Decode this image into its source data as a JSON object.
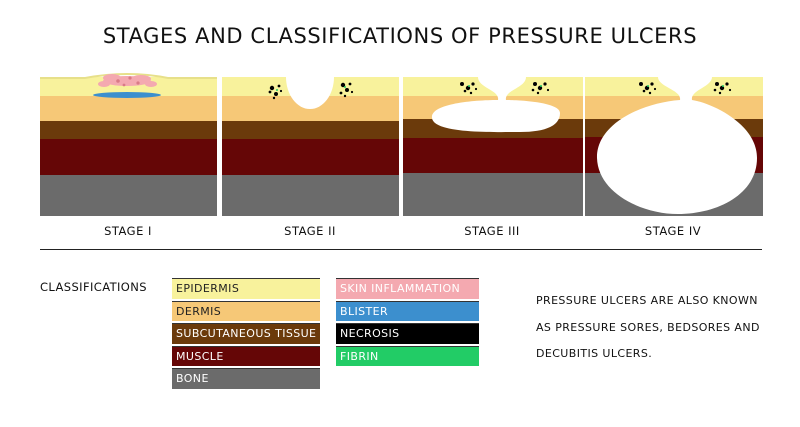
{
  "title": "STAGES AND CLASSIFICATIONS OF PRESSURE ULCERS",
  "stages": [
    {
      "label": "STAGE I"
    },
    {
      "label": "STAGE II"
    },
    {
      "label": "STAGE III"
    },
    {
      "label": "STAGE IV"
    }
  ],
  "classifications_title": "CLASSIFICATIONS",
  "legend": {
    "tissues": [
      {
        "label": "EPIDERMIS",
        "color": "#f8f29c",
        "text_color": "#222222"
      },
      {
        "label": "DERMIS",
        "color": "#f6c877",
        "text_color": "#222222"
      },
      {
        "label": "SUBCUTANEOUS TISSUE",
        "color": "#6b3a0b",
        "text_color": "#ffffff"
      },
      {
        "label": "MUSCLE",
        "color": "#650606",
        "text_color": "#ffffff"
      },
      {
        "label": "BONE",
        "color": "#6b6b6b",
        "text_color": "#ffffff"
      }
    ],
    "conditions": [
      {
        "label": "SKIN INFLAMMATION",
        "color": "#f4a9b0",
        "text_color": "#ffffff"
      },
      {
        "label": "BLISTER",
        "color": "#3c8fce",
        "text_color": "#ffffff"
      },
      {
        "label": "NECROSIS",
        "color": "#000000",
        "text_color": "#ffffff"
      },
      {
        "label": "FIBRIN",
        "color": "#22cc66",
        "text_color": "#ffffff"
      }
    ]
  },
  "note": {
    "lines": [
      "PRESSURE ULCERS ARE ALSO KNOWN",
      "AS PRESSURE SORES, BEDSORES AND",
      "DECUBITIS ULCERS."
    ]
  }
}
